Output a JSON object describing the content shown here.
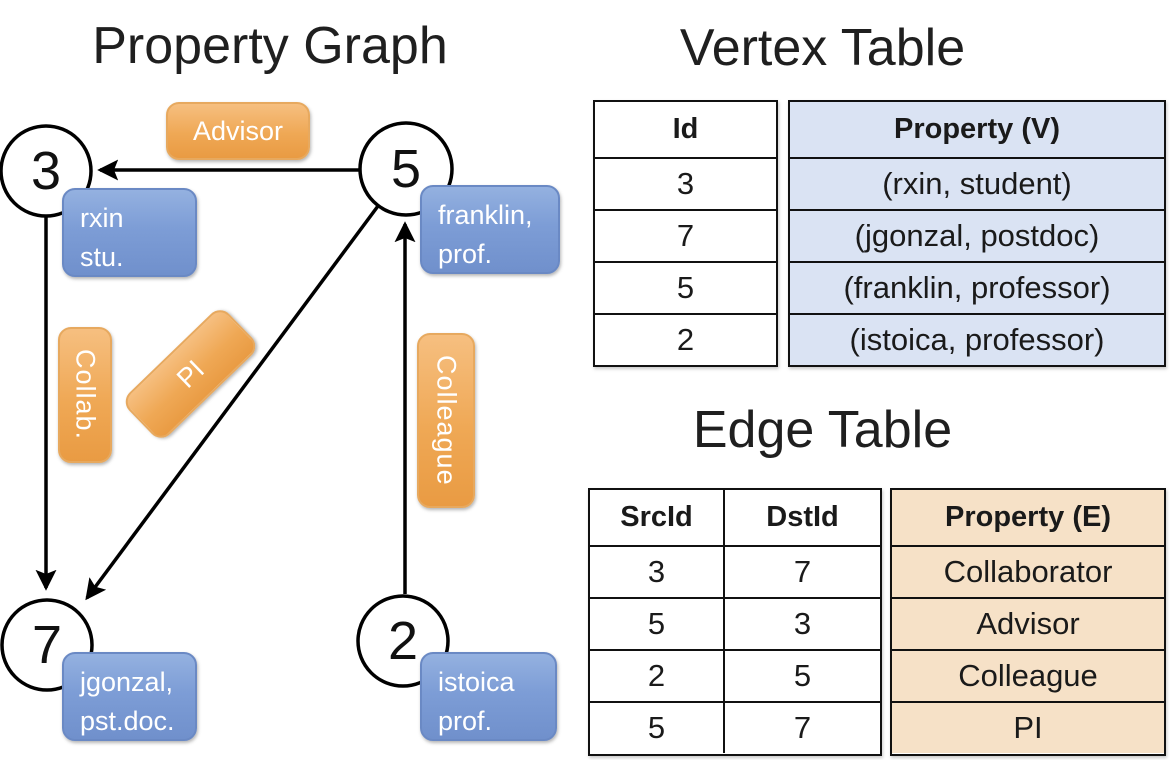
{
  "graph": {
    "title": "Property Graph",
    "nodes": [
      {
        "id": "3",
        "label_lines": [
          "rxin",
          "stu."
        ]
      },
      {
        "id": "5",
        "label_lines": [
          "franklin,",
          "prof."
        ]
      },
      {
        "id": "7",
        "label_lines": [
          "jgonzal,",
          "pst.doc."
        ]
      },
      {
        "id": "2",
        "label_lines": [
          "istoica",
          "prof."
        ]
      }
    ],
    "edge_labels": {
      "advisor": "Advisor",
      "collab": "Collab.",
      "pi": "PI",
      "colleague": "Colleague"
    }
  },
  "vertex_table": {
    "title": "Vertex Table",
    "columns": [
      "Id",
      "Property (V)"
    ],
    "rows": [
      [
        "3",
        "(rxin, student)"
      ],
      [
        "7",
        "(jgonzal, postdoc)"
      ],
      [
        "5",
        "(franklin, professor)"
      ],
      [
        "2",
        "(istoica, professor)"
      ]
    ]
  },
  "edge_table": {
    "title": "Edge Table",
    "columns": [
      "SrcId",
      "DstId",
      "Property (E)"
    ],
    "rows": [
      [
        "3",
        "7",
        "Collaborator"
      ],
      [
        "5",
        "3",
        "Advisor"
      ],
      [
        "2",
        "5",
        "Colleague"
      ],
      [
        "5",
        "7",
        "PI"
      ]
    ]
  },
  "colors": {
    "edge_label_orange": "#eda14d",
    "vertex_label_blue": "#7c9cd6",
    "vertex_table_fill": "#dae3f3",
    "edge_table_fill": "#f6e1c7",
    "stroke_black": "#000000"
  }
}
